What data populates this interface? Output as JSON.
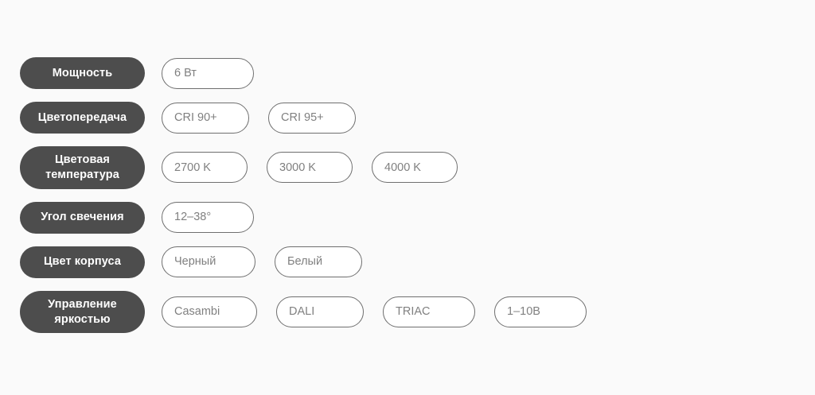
{
  "page": {
    "background_color": "#fafafa",
    "label_pill_color": "#4d4d4d",
    "label_text_color": "#ffffff",
    "value_pill_border_color": "#6f6f6f",
    "value_text_color": "#808080"
  },
  "spec_rows": [
    {
      "label": "Мощность",
      "two_line": false,
      "values": [
        "6 Вт"
      ]
    },
    {
      "label": "Цветопередача",
      "two_line": false,
      "values": [
        "CRI 90+",
        "CRI 95+"
      ]
    },
    {
      "label": "Цветовая температура",
      "two_line": true,
      "values": [
        "2700 K",
        "3000 K",
        "4000 K"
      ]
    },
    {
      "label": "Угол свечения",
      "two_line": false,
      "values": [
        "12–38°"
      ]
    },
    {
      "label": "Цвет корпуса",
      "two_line": false,
      "values": [
        "Черный",
        "Белый"
      ]
    },
    {
      "label": "Управление яркостью",
      "two_line": true,
      "values": [
        "Casambi",
        "DALI",
        "TRIAC",
        "1–10В"
      ]
    }
  ]
}
